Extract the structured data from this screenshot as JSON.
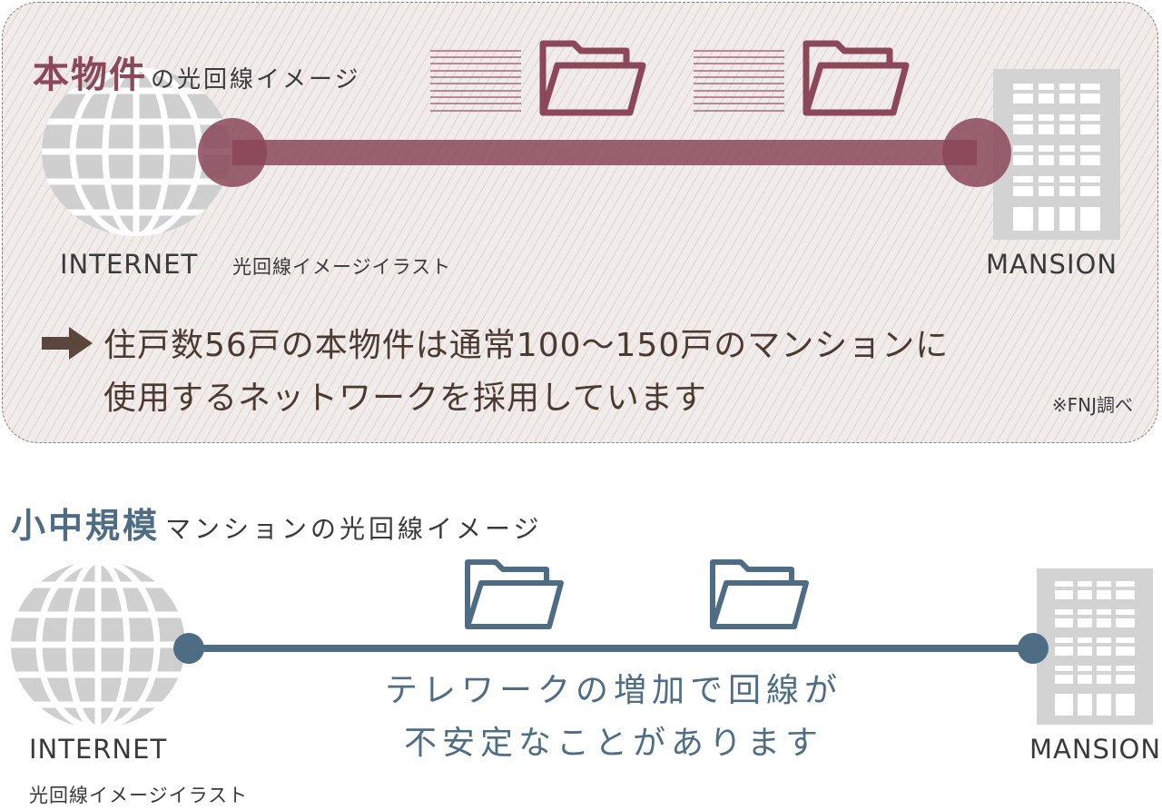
{
  "top": {
    "title_emphasis": "本物件",
    "title_rest": "の光回線イメージ",
    "internet_label": "INTERNET",
    "illustration_label": "光回線イメージイラスト",
    "mansion_label": "MANSION",
    "message_line1": "住戸数56戸の本物件は通常100〜150戸のマンションに",
    "message_line2": "使用するネットワークを採用しています",
    "note": "※FNJ調べ",
    "accent_color": "#8a4858",
    "icons": [
      "globe-icon",
      "folder-icon",
      "folder-icon",
      "speed-lines-icon",
      "building-icon",
      "arrow-right-icon"
    ]
  },
  "bottom": {
    "title_emphasis": "小中規模",
    "title_rest": "マンションの光回線イメージ",
    "internet_label": "INTERNET",
    "illustration_label": "光回線イメージイラスト",
    "mansion_label": "MANSION",
    "warning_line1": "テレワークの増加で回線が",
    "warning_line2": "不安定なことがあります",
    "accent_color": "#4e6c84",
    "icons": [
      "globe-icon",
      "folder-icon",
      "folder-icon",
      "building-icon"
    ]
  }
}
